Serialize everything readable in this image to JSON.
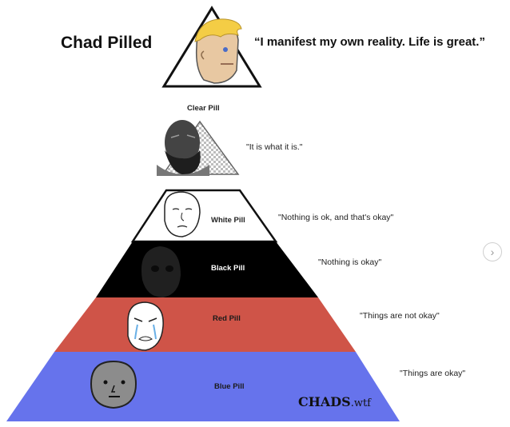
{
  "chad": {
    "title": "Chad Pilled",
    "quote": "“I manifest my own reality. Life is great.”"
  },
  "tiers": [
    {
      "label": "Clear Pill",
      "quote": "\"It is what it is.\""
    },
    {
      "label": "White Pill",
      "quote": "\"Nothing is ok, and that's okay\""
    },
    {
      "label": "Black Pill",
      "quote": "\"Nothing is okay\""
    },
    {
      "label": "Red Pill",
      "quote": "\"Things are not okay\""
    },
    {
      "label": "Blue Pill",
      "quote": "\"Things are okay\""
    }
  ],
  "watermark": {
    "part1": "CHADS",
    "part2": ".wtf"
  },
  "nav": {
    "next_label": "›"
  },
  "colors": {
    "black_band": "#000000",
    "red_band": "#cf5448",
    "blue_band": "#6673ec",
    "white_band": "#ffffff",
    "chad_hair": "#f4cd45"
  },
  "icons": [
    "chad-face-icon",
    "bald-man-icon",
    "wojak-icon",
    "doomer-shadow-icon",
    "crying-wojak-icon",
    "npc-icon",
    "next-arrow-icon"
  ]
}
